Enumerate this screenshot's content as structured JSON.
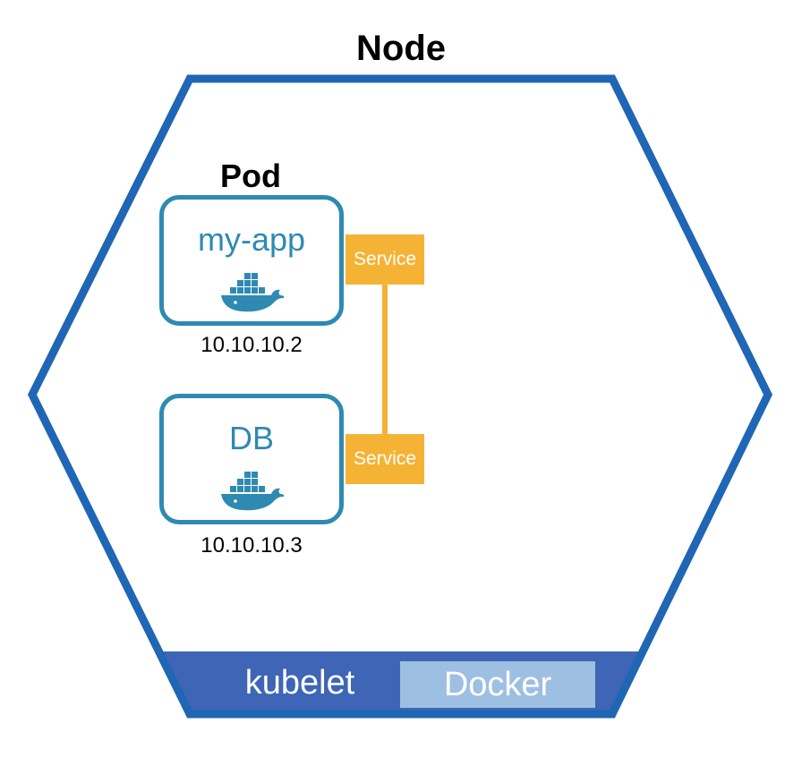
{
  "node": {
    "title": "Node"
  },
  "pod_label": "Pod",
  "pods": [
    {
      "name": "my-app",
      "ip": "10.10.10.2",
      "service": "Service"
    },
    {
      "name": "DB",
      "ip": "10.10.10.3",
      "service": "Service"
    }
  ],
  "bottom_bar": {
    "kubelet": "kubelet",
    "docker": "Docker"
  },
  "colors": {
    "node_border": "#1f66b5",
    "bottom_bar": "#3e65b6",
    "docker_box": "#9dbfe2",
    "pod_border": "#2e8ab3",
    "service": "#f5b335"
  },
  "icons": [
    "docker-whale-icon"
  ]
}
